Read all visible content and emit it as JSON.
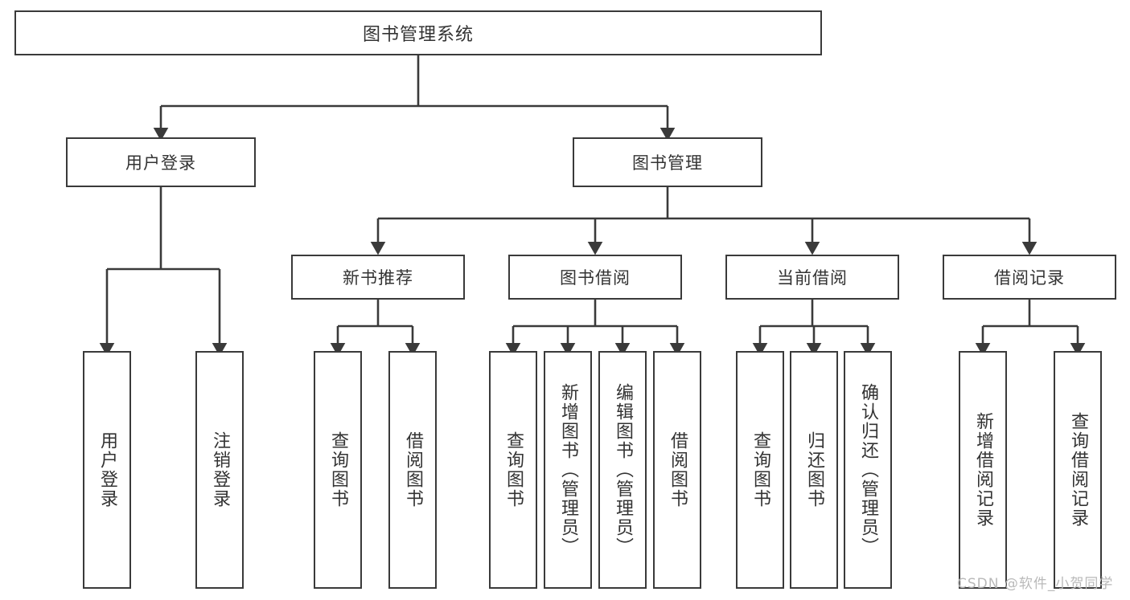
{
  "diagram": {
    "type": "tree",
    "title": "图书管理系统",
    "root": {
      "label": "图书管理系统"
    },
    "level2": [
      {
        "label": "用户登录"
      },
      {
        "label": "图书管理"
      }
    ],
    "level3": [
      {
        "label": "新书推荐"
      },
      {
        "label": "图书借阅"
      },
      {
        "label": "当前借阅"
      },
      {
        "label": "借阅记录"
      }
    ],
    "leaves": {
      "user_login": [
        {
          "label": "用户登录"
        },
        {
          "label": "注销登录"
        }
      ],
      "new_book_recommend": [
        {
          "label": "查询图书"
        },
        {
          "label": "借阅图书"
        }
      ],
      "book_borrow": [
        {
          "label": "查询图书"
        },
        {
          "label": "新增图书（管理员）"
        },
        {
          "label": "编辑图书（管理员）"
        },
        {
          "label": "借阅图书"
        }
      ],
      "current_borrow": [
        {
          "label": "查询图书"
        },
        {
          "label": "归还图书"
        },
        {
          "label": "确认归还（管理员）"
        }
      ],
      "borrow_record": [
        {
          "label": "新增借阅记录"
        },
        {
          "label": "查询借阅记录"
        }
      ]
    }
  },
  "watermark": {
    "text": "CSDN @软件_小贺同学"
  },
  "colors": {
    "border": "#3a3a3a",
    "text": "#333333",
    "background": "#ffffff",
    "watermark": "#b9b9b9"
  }
}
